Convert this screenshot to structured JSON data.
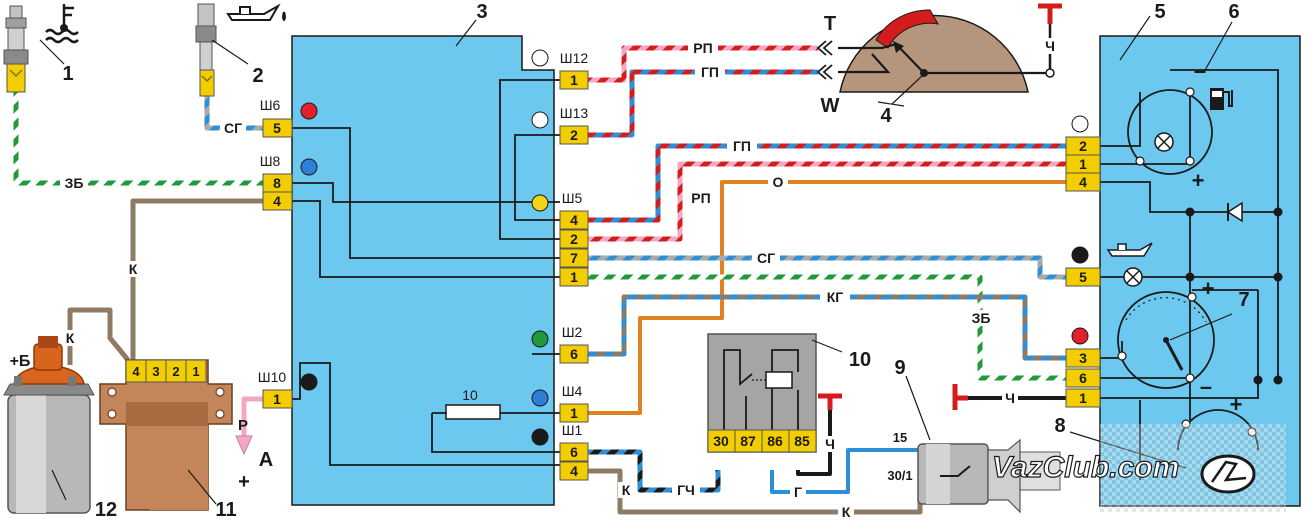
{
  "colors": {
    "block_fill": "#6cc8ee",
    "connector_fill": "#f2cd00",
    "gauge_face": "#b5957b",
    "coil_orange": "#d8641e",
    "switch_brown": "#c5855a",
    "relay_grey": "#a7a5a4",
    "wire_tan": "#8f7b63",
    "wire_red": "#d51c1c",
    "wire_blue": "#2d8fd7",
    "wire_green": "#1f9a3a",
    "wire_orange": "#e08222",
    "wire_pink": "#f2a7c2",
    "wire_black": "#1a1a1a",
    "wire_grey": "#aaaaaa"
  },
  "callouts": [
    "1",
    "2",
    "3",
    "4",
    "5",
    "6",
    "7",
    "8",
    "9",
    "10",
    "11",
    "12"
  ],
  "block3": {
    "left_connectors": [
      {
        "socket": "Ш6",
        "pins": [
          "5"
        ],
        "dot": "red"
      },
      {
        "socket": "Ш8",
        "pins": [
          "8",
          "4"
        ],
        "dot": "blue"
      },
      {
        "socket": "Ш10",
        "pins": [
          "1"
        ],
        "dot": "black"
      }
    ],
    "right_connectors": [
      {
        "socket": "Ш12",
        "pins": [
          "1"
        ],
        "dot": "white"
      },
      {
        "socket": "Ш13",
        "pins": [
          "2"
        ],
        "dot": "white"
      },
      {
        "socket": "Ш5",
        "pins": [
          "4",
          "2",
          "7",
          "1"
        ],
        "dot": "yellow"
      },
      {
        "socket": "Ш2",
        "pins": [
          "6"
        ],
        "dot": "green"
      },
      {
        "socket": "Ш4",
        "pins": [
          "1"
        ],
        "dot": "blue"
      },
      {
        "socket": "Ш1",
        "pins": [
          "6",
          "4"
        ],
        "dot": "black"
      }
    ],
    "fuse_label": "10"
  },
  "block5": {
    "connectors": [
      {
        "pins": [
          "2",
          "1",
          "4"
        ],
        "dot": "white"
      },
      {
        "pins": [
          "5"
        ],
        "dot": "black"
      },
      {
        "pins": [
          "3",
          "6",
          "1"
        ],
        "dot": "red"
      }
    ],
    "signs": [
      "–",
      "+",
      "+",
      "–",
      "+"
    ]
  },
  "wire_codes": {
    "rp_top": "РП",
    "gp_top": "ГП",
    "gp_mid": "ГП",
    "rp_mid": "РП",
    "o": "О",
    "sg_left": "СГ",
    "zb_left": "ЗБ",
    "k_left": "К",
    "k_coil": "К",
    "sg_mid": "СГ",
    "kg": "КГ",
    "zb_right": "ЗБ",
    "ch_b5": "Ч",
    "ch_gauge": "Ч",
    "ch_relay": "Ч",
    "gch": "ГЧ",
    "k_bottom": "К",
    "g_bottom": "Г",
    "k_bottom2": "К"
  },
  "gauge4": {
    "t_label": "Т",
    "w_label": "W"
  },
  "terminal_a": {
    "label": "А",
    "r": "Р",
    "plus": "+"
  },
  "coil12": {
    "plus_b": "+Б"
  },
  "switch11": {
    "pins": [
      "4",
      "3",
      "2",
      "1"
    ]
  },
  "relay10": {
    "pins": [
      "30",
      "87",
      "86",
      "85"
    ]
  },
  "ignition9": {
    "t15": "15",
    "t30": "30/1"
  },
  "watermark": {
    "text": "VazClub.com"
  }
}
